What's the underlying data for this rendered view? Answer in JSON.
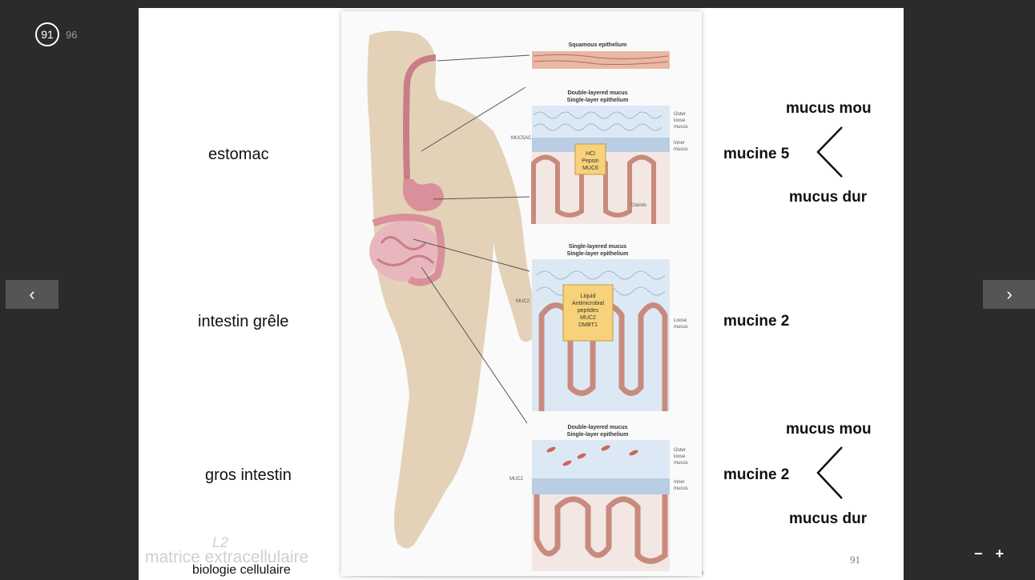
{
  "viewer": {
    "current_page": "91",
    "total_pages": "96",
    "prev_icon": "‹",
    "next_icon": "›",
    "zoom_out": "−",
    "zoom_in": "+"
  },
  "slide": {
    "organs": [
      "estomac",
      "intestin grêle",
      "gros intestin"
    ],
    "mucins": [
      "mucine 5",
      "mucine 2",
      "mucine 2"
    ],
    "mucus_soft": [
      "mucus mou",
      "mucus mou"
    ],
    "mucus_hard": [
      "mucus dur",
      "mucus dur"
    ],
    "footer": {
      "level": "L2",
      "course": "matrice extracellulaire",
      "subject": "biologie cellulaire"
    },
    "slide_number": "91"
  },
  "figure": {
    "squamous": "Squamous epithelium",
    "stomach_title": [
      "Double-layered mucus",
      "Single-layer epithelium"
    ],
    "stomach_left": "MUC5AC",
    "stomach_right": [
      "Outer",
      "loose",
      "mucus",
      "Inner",
      "mucus",
      "Glands"
    ],
    "stomach_box": [
      "HCl",
      "Pepsin",
      "MUC6"
    ],
    "small_title": [
      "Single-layered mucus",
      "Single-layer epithelium"
    ],
    "small_left": "MUC2",
    "small_right": [
      "Loose",
      "mucus"
    ],
    "small_box": [
      "Liquid",
      "Antimicrobial",
      "peptides",
      "MUC2",
      "DMBT1"
    ],
    "large_title": [
      "Double-layered mucus",
      "Single-layer epithelium"
    ],
    "large_left": "MUC2",
    "large_right": [
      "Outer",
      "loose",
      "mucus",
      "Inner",
      "mucus"
    ]
  },
  "colors": {
    "background": "#2b2b2b",
    "slide": "#ffffff",
    "skin": "#e3d2b8",
    "organ": "#d9909a",
    "mucus": "#dce9f5",
    "box": "#f7d27a"
  }
}
